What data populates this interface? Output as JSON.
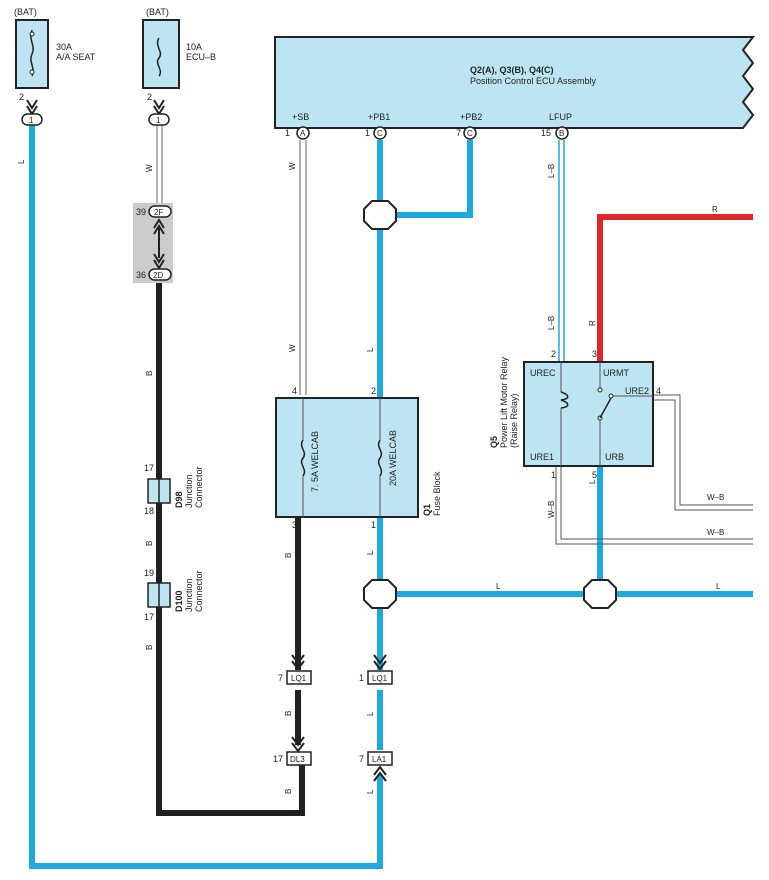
{
  "fuses": {
    "f1": {
      "bat": "(BAT)",
      "amp": "30A",
      "name": "A/A SEAT",
      "pin": "2",
      "conn": "1"
    },
    "f2": {
      "bat": "(BAT)",
      "amp": "10A",
      "name": "ECU–B",
      "pin": "2",
      "conn": "1"
    }
  },
  "ecu": {
    "title": "Q2(A), Q3(B), Q4(C)",
    "subtitle": "Position Control ECU Assembly",
    "pins": [
      {
        "name": "+SB",
        "num": "1",
        "conn": "A"
      },
      {
        "name": "+PB1",
        "num": "1",
        "conn": "C"
      },
      {
        "name": "+PB2",
        "num": "7",
        "conn": "C"
      },
      {
        "name": "LFUP",
        "num": "15",
        "conn": "B"
      }
    ]
  },
  "wire_colors": {
    "L": "L",
    "W": "W",
    "B": "B",
    "R": "R",
    "LB": "L–B",
    "WB": "W–B"
  },
  "junction_2f": {
    "pin": "39",
    "id": "2F"
  },
  "junction_2d": {
    "pin": "36",
    "id": "2D"
  },
  "d98": {
    "id": "D98",
    "name": "Junction",
    "name2": "Connector",
    "pin_top": "17",
    "pin_bot": "18"
  },
  "d100": {
    "id": "D100",
    "name": "Junction",
    "name2": "Connector",
    "pin_top": "19",
    "pin_bot": "17"
  },
  "fuse_block": {
    "id": "Q1",
    "name": "Fuse Block",
    "fuse1": "7. 5A WELCAB",
    "fuse2": "20A WELCAB",
    "pin_top_left": "4",
    "pin_top_right": "2",
    "pin_bot_left": "3",
    "pin_bot_right": "1"
  },
  "relay": {
    "id": "Q5",
    "name": "Power Lift Motor Relay",
    "name2": "(Raise Relay)",
    "urec": "UREC",
    "urmt": "URMT",
    "ure2": "URE2",
    "ure1": "URE1",
    "urb": "URB",
    "pin_urec": "2",
    "pin_urmt": "3",
    "pin_ure2": "4",
    "pin_ure1": "1",
    "pin_urb": "5"
  },
  "connectors": {
    "lq1_left": {
      "pin": "7",
      "id": "LQ1"
    },
    "lq1_right": {
      "pin": "1",
      "id": "LQ1"
    },
    "dl3": {
      "pin": "17",
      "id": "DL3"
    },
    "la1": {
      "pin": "7",
      "id": "LA1"
    }
  },
  "colors": {
    "blue": "#1fa9e1",
    "black": "#231f20",
    "red": "#e0252b",
    "panel": "#bde4f3",
    "grey": "#cccccc"
  }
}
